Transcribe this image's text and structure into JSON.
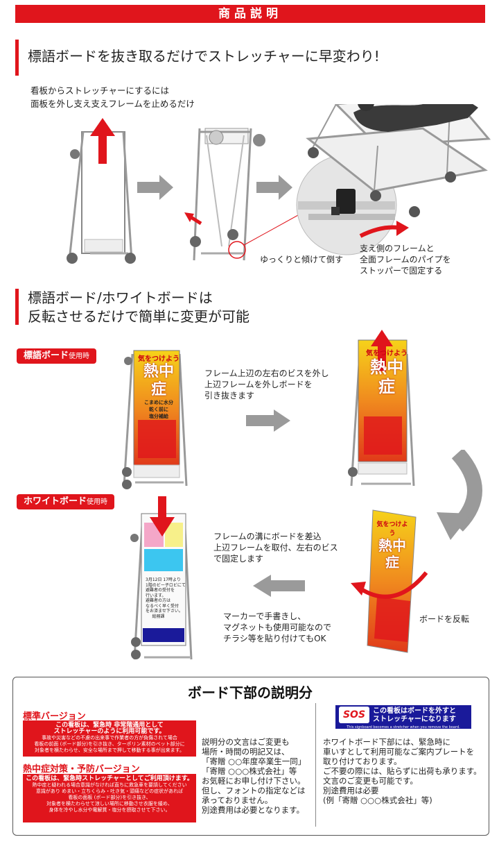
{
  "banner": {
    "title": "商品説明"
  },
  "section1": {
    "heading": "標語ボードを抜き取るだけでストレッチャーに早変わり!",
    "note_lines": [
      "看板からストレッチャーにするには",
      "面板を外し支え支えフレームを止めるだけ"
    ],
    "caption_tilt": "ゆっくりと傾けて倒す",
    "caption_frame_lines": [
      "支え側のフレームと",
      "全面フレームのパイプを",
      "ストッパーで固定する"
    ]
  },
  "section2": {
    "heading_lines": [
      "標語ボード/ホワイトボードは",
      "反転させるだけで簡単に変更が可能"
    ],
    "label_slogan": "標語ボード",
    "label_slogan_suffix": "使用時",
    "label_white": "ホワイトボード",
    "label_white_suffix": "使用時",
    "step1_lines": [
      "フレーム上辺の左右のビスを外し",
      "上辺フレームを外しボードを",
      "引き抜きます"
    ],
    "step2_lines": [
      "フレームの溝にボードを差込",
      "上辺フレームを取付、左右のビス",
      "で固定します"
    ],
    "flip_caption": "ボードを反転",
    "marker_lines": [
      "マーカーで手書きし、",
      "マグネットも使用可能なので",
      "チラシ等を貼り付けてもOK"
    ]
  },
  "poster": {
    "top_text": "気をつけよう",
    "main_text": "熱中症",
    "side_lines": [
      "こまめに水分",
      "乾く前に",
      "塩分補給"
    ]
  },
  "whiteboard": {
    "handwriting_lines": [
      "3月12日 17時より",
      "1階のビー子ロビにて",
      "避難者の受付を",
      "行います。",
      "避難者の方は",
      "なるべく早く受付",
      "をお済ませ下さい。",
      "     総務課"
    ]
  },
  "board_section": {
    "title": "ボード下部の説明分",
    "standard_label": "標準バージョン",
    "standard_plate": {
      "title_lines": [
        "この看板は、緊急時 非常階通用として",
        "ストレッチャーのように利用可能です。"
      ],
      "body_lines": [
        "事故や災害などの不慮の出来事で作業者の方が負傷されて場合",
        "看板の前面 (ボード部分)を引き抜き、ターポリン素材のベット部分に",
        "対象者を横たわらせ、安全な場所まで押して移動する事が出来ます。"
      ]
    },
    "heat_label": "熱中症対策・予防バージョン",
    "heat_plate": {
      "title_lines": [
        "この看板は、緊急時ストレッチャーとしてご利用頂けます。"
      ],
      "body_lines": [
        "熱中症と疑われる場合意識がなければ直ちに救急車を要請してください",
        "意識があり めまい・立ちくらみ・吐き気・頭痛などの症状があれば",
        "看板の面板 (ボード部分)を引き抜き、",
        "対象者を横たわらせて涼しい場所に移動させ衣服を緩め、",
        "身体を冷やし水分や電解質・塩分を摂取させて下さい。"
      ]
    },
    "middle_text_lines": [
      "説明分の文言はご変更も",
      "場所・時間の明記又は、",
      "「寄贈 ○○年度卒業生一同」",
      "「寄贈  ○○○株式会社」等",
      "お気軽にお申し付け下さい。",
      "",
      "但し、フォントの指定などは",
      "承っておりません。",
      "別途費用は必要となります。"
    ],
    "white_badge_lines": [
      "この看板はボードを外すと",
      "ストレッチャーになります"
    ],
    "white_badge_sub": "This signboard becomes a stretcher when you remove the board.",
    "white_logo_text": "SOS",
    "right_text_lines": [
      "ホワイトボード下部には、緊急時に",
      "車いすとして利用可能なご案内プレートを",
      "取り付けております。",
      "",
      "ご不要の際には、貼らずに出荷も承ります。",
      "",
      "文言のご変更も可能です。",
      "別途費用は必要",
      "(例「寄贈  ○○○株式会社」等)"
    ]
  },
  "colors": {
    "accent_red": "#e0151c",
    "badge_blue": "#1a1a9a",
    "arrow_gray": "#9a9a9a",
    "poster_orange": "#f08a1e",
    "poster_yellow": "#f6d21a"
  }
}
